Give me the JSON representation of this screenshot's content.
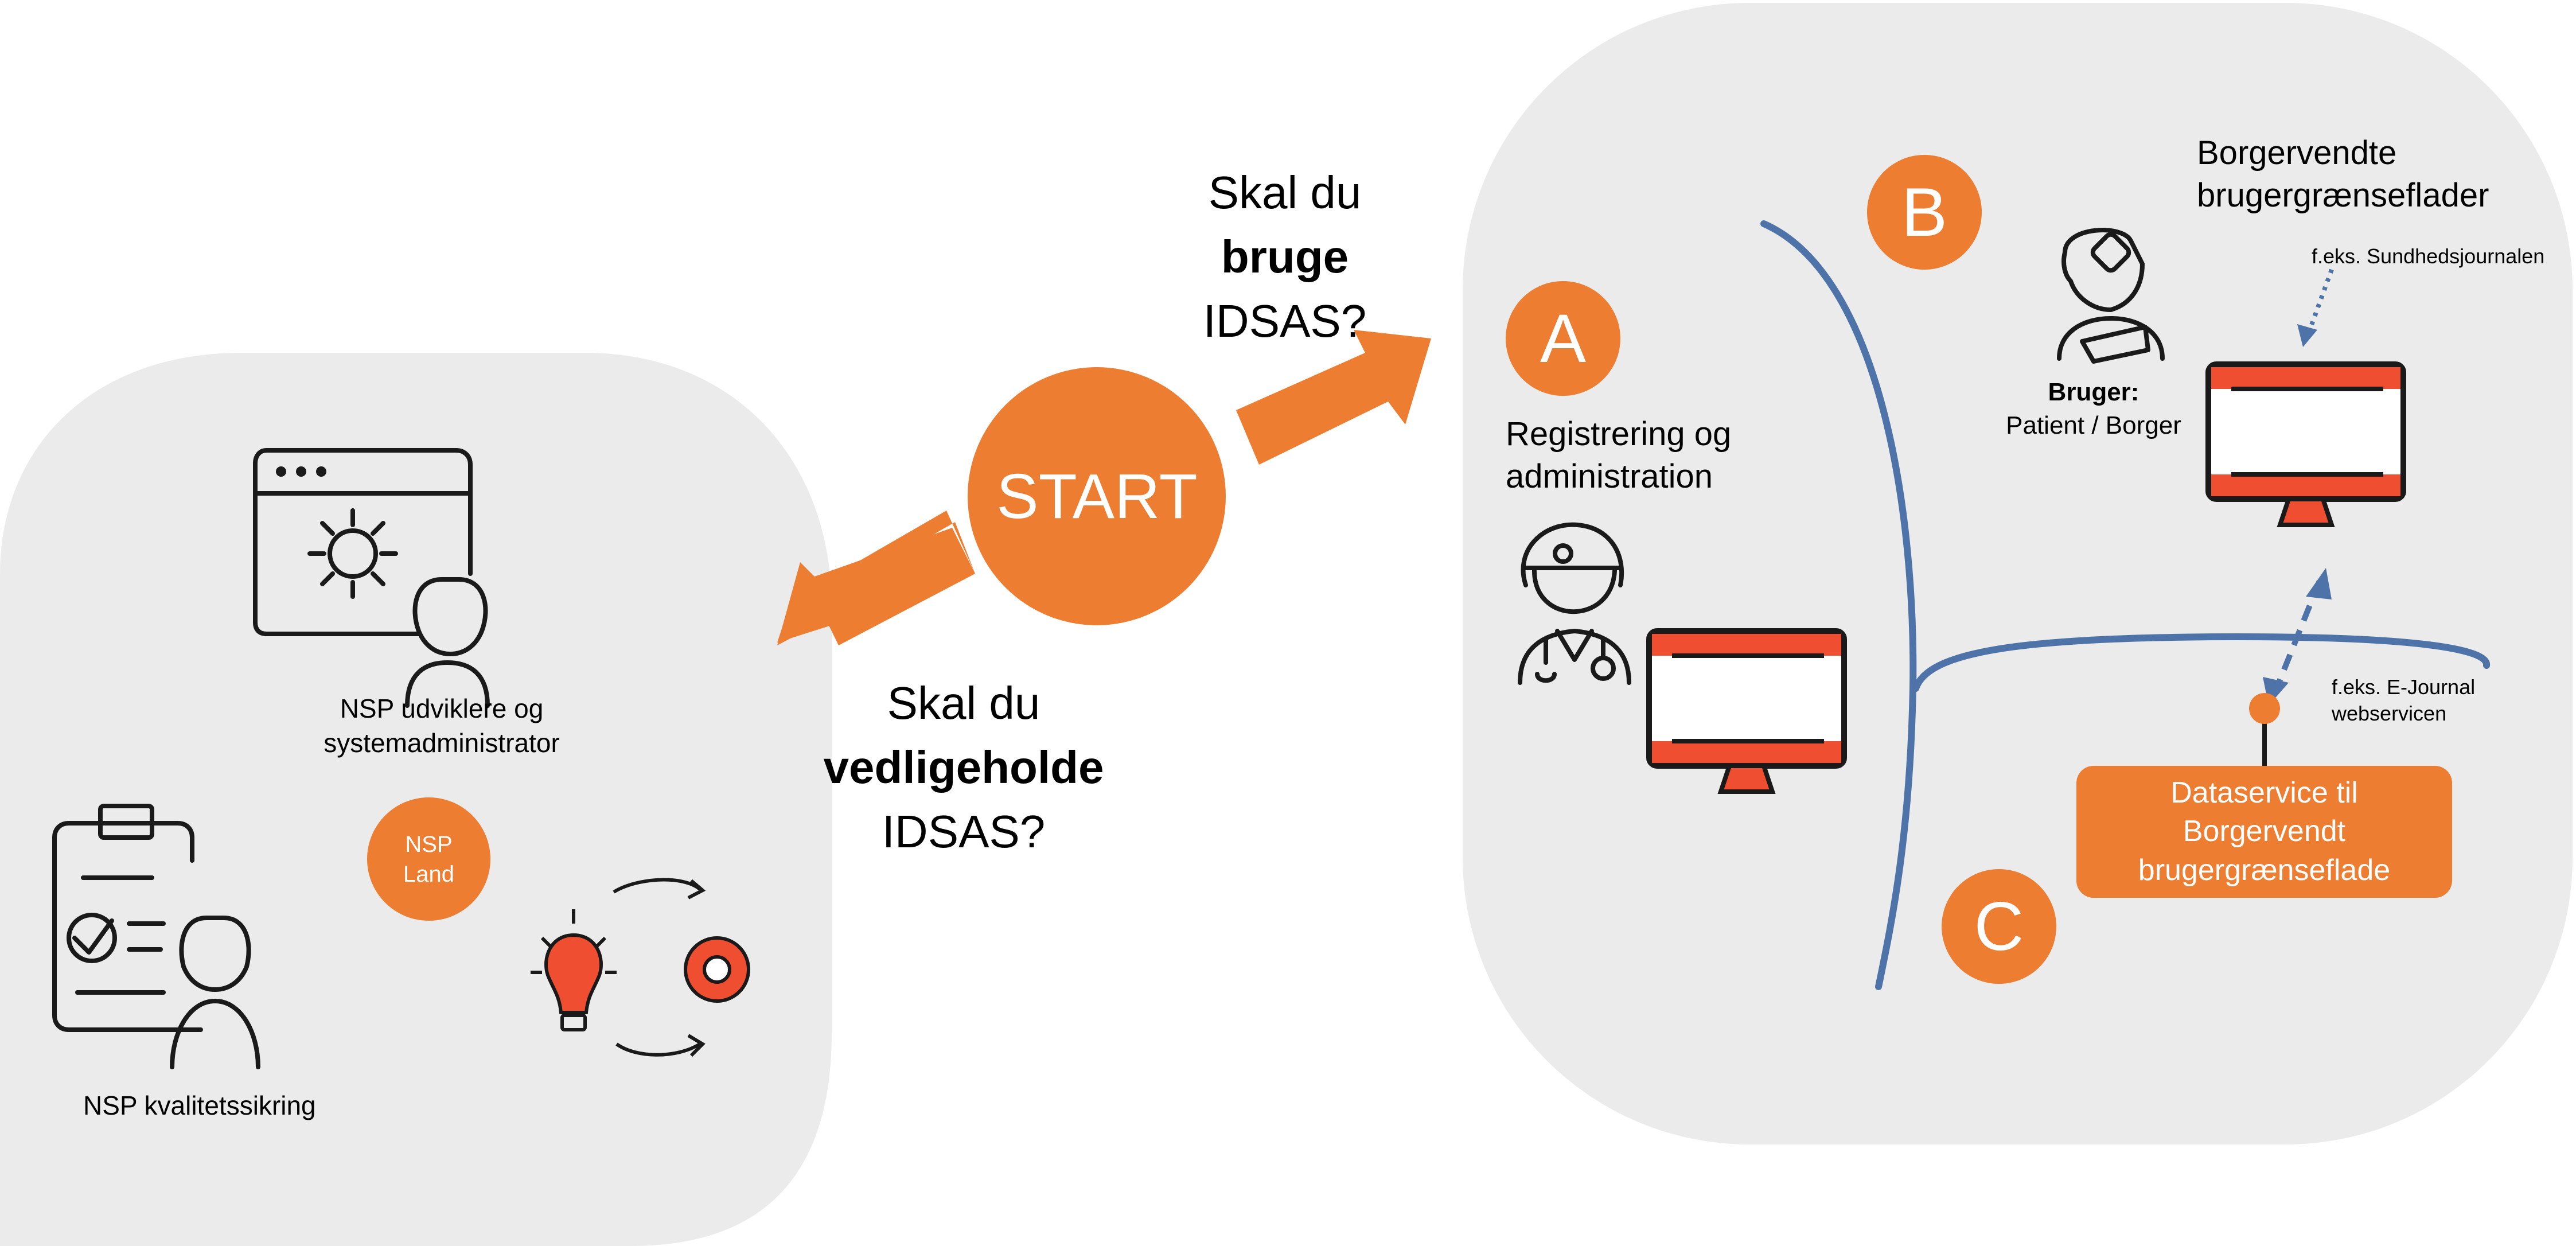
{
  "colors": {
    "accent": "#ED7D31",
    "panel_bg": "#EBEBEB",
    "line_blue": "#4E73A8",
    "dark_line": "#1A1A1A",
    "screen_red": "#F04E30"
  },
  "center": {
    "start_label": "START",
    "question_use": {
      "line1": "Skal du",
      "line2": "bruge",
      "line3": "IDSAS?"
    },
    "question_maintain": {
      "line1": "Skal du",
      "line2": "vedligeholde",
      "line3": "IDSAS?"
    }
  },
  "left_panel": {
    "developers_label_line1": "NSP udviklere og",
    "developers_label_line2": "systemadministrator",
    "nsp_land_line1": "NSP",
    "nsp_land_line2": "Land",
    "quality_label": "NSP kvalitetssikring",
    "icons": [
      "browser-gear-person-icon",
      "clipboard-person-icon",
      "lightbulb-gear-cycle-icon"
    ]
  },
  "right_panel": {
    "marker_a": "A",
    "marker_b": "B",
    "marker_c": "C",
    "registration_line1": "Registrering og",
    "registration_line2": "administration",
    "citizen_ui_line1": "Borgervendte",
    "citizen_ui_line2": "brugergrænseflader",
    "example_sundhedsjournalen": "f.eks. Sundhedsjournalen",
    "user_bold": "Bruger:",
    "user_role": "Patient / Borger",
    "example_ejournal_line1": "f.eks. E-Journal",
    "example_ejournal_line2": "webservicen",
    "dataservice_line1": "Dataservice til",
    "dataservice_line2": "Borgervendt",
    "dataservice_line3": "brugergrænseflade",
    "icons": [
      "doctor-icon",
      "monitor-icon",
      "patient-icon",
      "monitor-icon"
    ]
  }
}
